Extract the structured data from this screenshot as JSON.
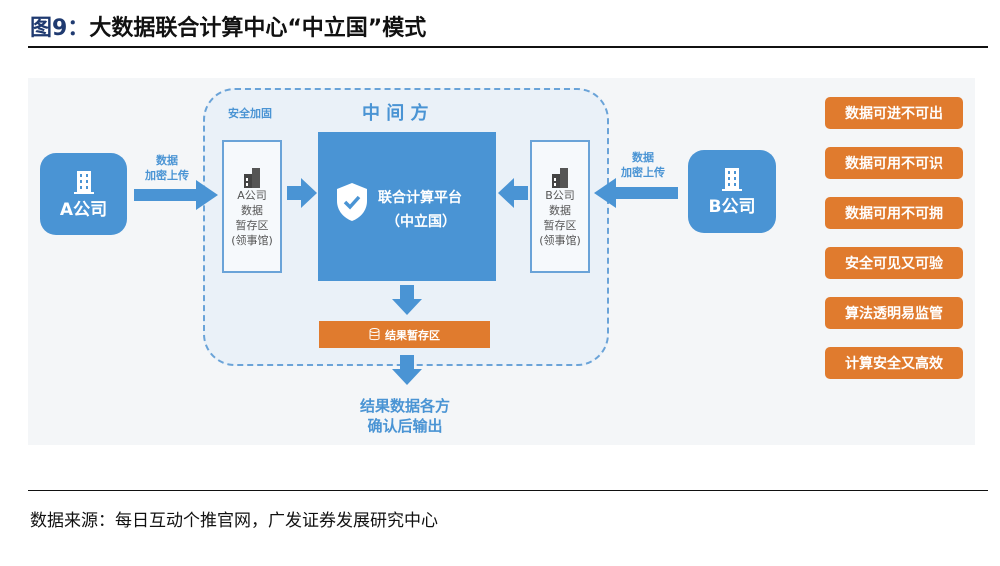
{
  "title": {
    "prefix": "图9：",
    "text": "大数据联合计算中心“中立国”模式"
  },
  "diagram": {
    "security_label": "安全加固",
    "middle_label": "中 间 方",
    "company_a": "A公司",
    "company_b": "B公司",
    "upload_label_line1": "数据",
    "upload_label_line2": "加密上传",
    "store_a": [
      "A公司",
      "数据",
      "暂存区",
      "(领事馆)"
    ],
    "store_b": [
      "B公司",
      "数据",
      "暂存区",
      "(领事馆)"
    ],
    "platform_line1": "联合计算平台",
    "platform_line2": "（中立国）",
    "result_store": "结果暂存区",
    "output_line1": "结果数据各方",
    "output_line2": "确认后输出",
    "features": [
      "数据可进不可出",
      "数据可用不可识",
      "数据可用不可拥",
      "安全可见又可验",
      "算法透明易监管",
      "计算安全又高效"
    ],
    "colors": {
      "blue": "#4a94d4",
      "orange": "#e07b2e"
    }
  },
  "source": "数据来源：每日互动个推官网，广发证券发展研究中心"
}
